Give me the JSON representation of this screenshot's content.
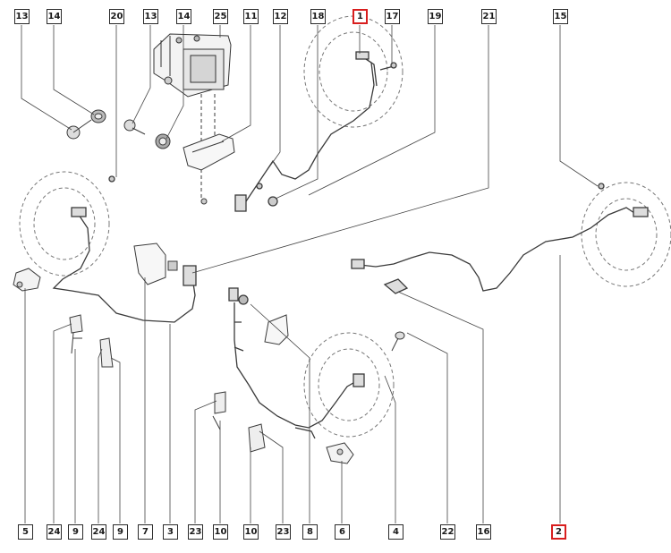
{
  "diagram": {
    "highlight_color": "#d81e1e",
    "line_color": "#3a3a3a",
    "top_callouts": [
      "13",
      "14",
      "20",
      "13",
      "14",
      "25",
      "11",
      "12",
      "18",
      "1",
      "17",
      "19",
      "21",
      "15"
    ],
    "bottom_callouts": [
      "5",
      "24",
      "9",
      "24",
      "9",
      "7",
      "3",
      "23",
      "10",
      "10",
      "23",
      "8",
      "6",
      "4",
      "22",
      "16",
      "2"
    ],
    "highlighted": [
      "1",
      "2"
    ]
  }
}
